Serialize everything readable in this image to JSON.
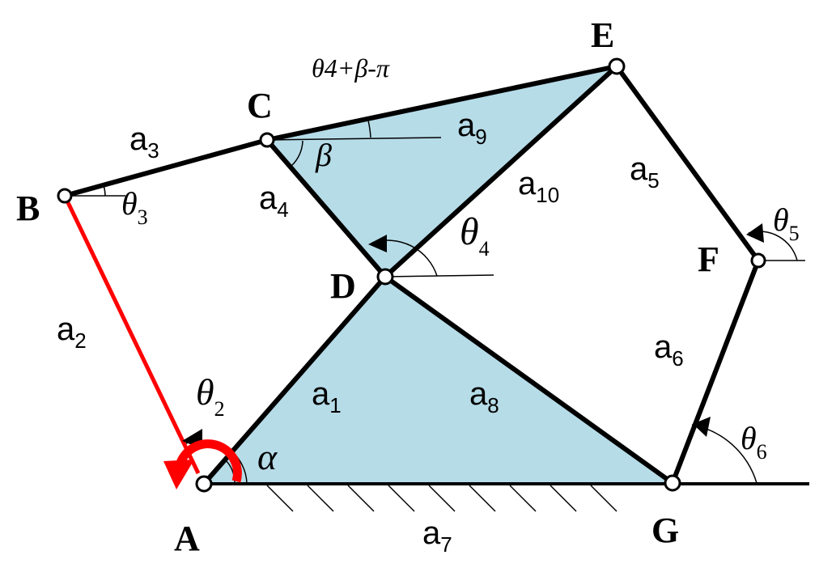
{
  "points": {
    "A": "A",
    "B": "B",
    "C": "C",
    "D": "D",
    "E": "E",
    "F": "F",
    "G": "G"
  },
  "links": [
    {
      "base": "a",
      "sub": "1"
    },
    {
      "base": "a",
      "sub": "2"
    },
    {
      "base": "a",
      "sub": "3"
    },
    {
      "base": "a",
      "sub": "4"
    },
    {
      "base": "a",
      "sub": "5"
    },
    {
      "base": "a",
      "sub": "6"
    },
    {
      "base": "a",
      "sub": "7"
    },
    {
      "base": "a",
      "sub": "8"
    },
    {
      "base": "a",
      "sub": "9"
    },
    {
      "base": "a",
      "sub": "10"
    }
  ],
  "angles": {
    "theta": "θ",
    "sub2": "2",
    "sub3": "3",
    "sub4": "4",
    "sub5": "5",
    "sub6": "6",
    "alpha": "α",
    "beta": "β",
    "combo": "θ4+β-π"
  },
  "colors": {
    "fill": "#b6dce8",
    "crank": "#ff0000",
    "line": "#000000"
  }
}
